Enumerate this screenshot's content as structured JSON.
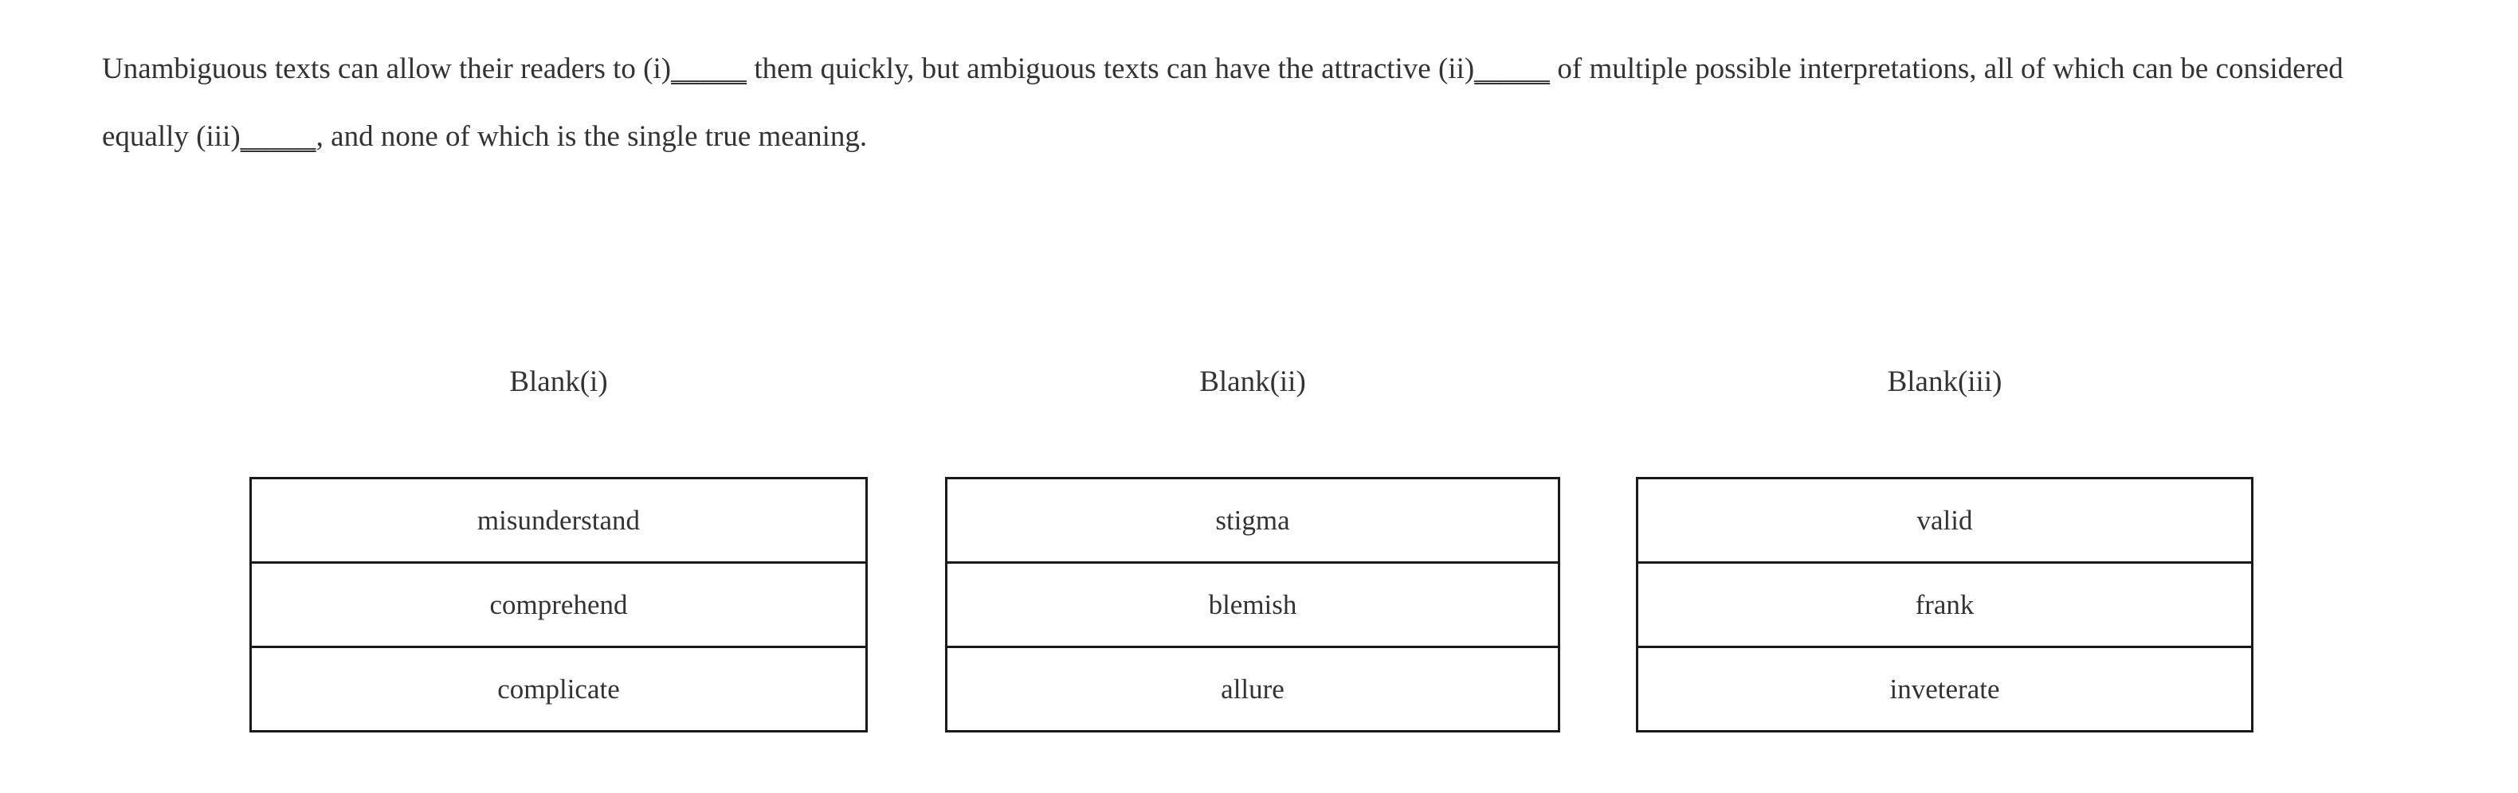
{
  "passage": {
    "segments": [
      {
        "type": "text",
        "value": "Unambiguous texts can allow their readers to (i)"
      },
      {
        "type": "blank",
        "value": "_____"
      },
      {
        "type": "text",
        "value": " them quickly, but ambiguous texts can have the attractive (ii)"
      },
      {
        "type": "blank",
        "value": "_____"
      },
      {
        "type": "text",
        "value": " of multiple possible interpretations, all of which can be considered equally (iii)"
      },
      {
        "type": "blank",
        "value": "_____"
      },
      {
        "type": "text",
        "value": ", and none of which is the single true meaning."
      }
    ],
    "full_text": "Unambiguous texts can allow their readers to (i)_____ them quickly, but ambiguous texts can have the attractive (ii)_____ of multiple possible interpretations, all of which can be considered equally (iii)_____, and none of which is the single true meaning."
  },
  "blanks": [
    {
      "heading": "Blank(i)",
      "choices": [
        "misunderstand",
        "comprehend",
        "complicate"
      ]
    },
    {
      "heading": "Blank(ii)",
      "choices": [
        "stigma",
        "blemish",
        "allure"
      ]
    },
    {
      "heading": "Blank(iii)",
      "choices": [
        "valid",
        "frank",
        "inveterate"
      ]
    }
  ],
  "colors": {
    "text": "#333333",
    "border": "#1a1a1a",
    "background": "#ffffff"
  }
}
